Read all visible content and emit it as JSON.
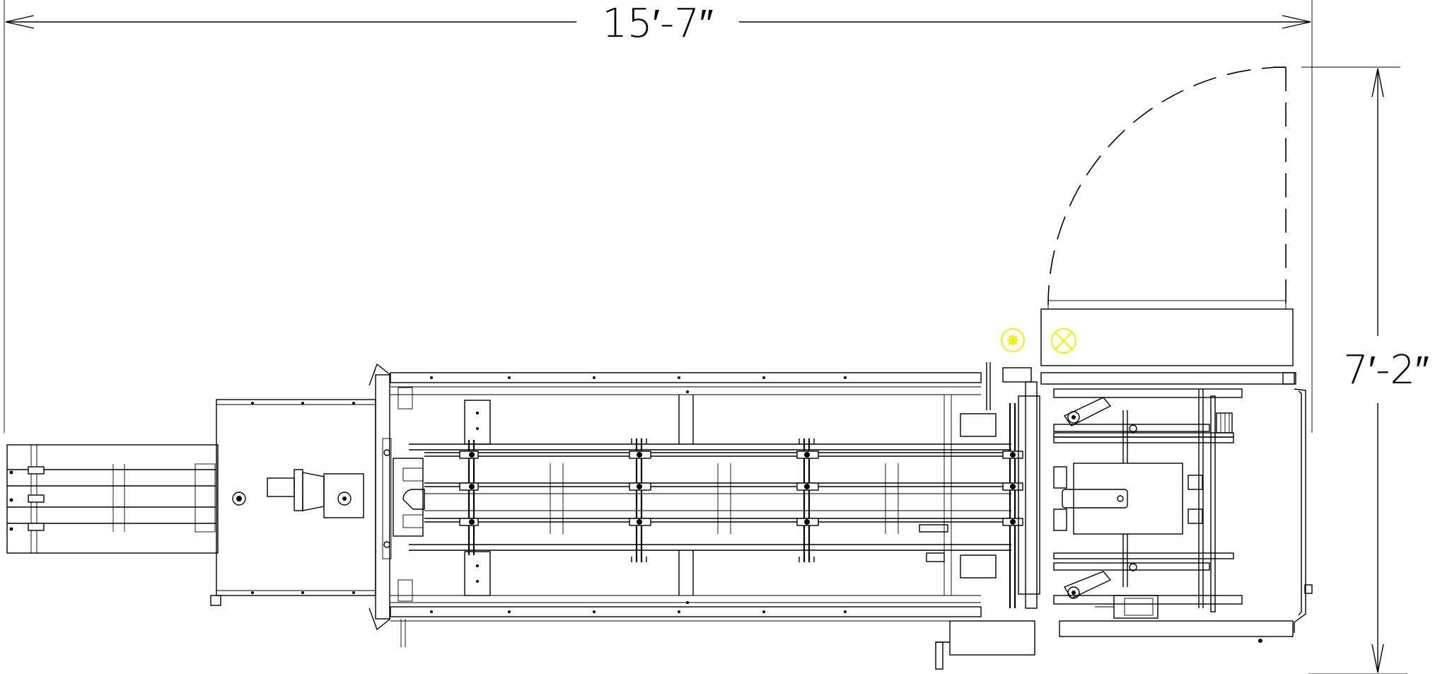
{
  "drawing": {
    "dimensions": {
      "overall_length": "15′-7″",
      "overall_width": "7′-2″"
    },
    "colors": {
      "lines": "#000000",
      "background": "#ffffff",
      "indicator": "#f0f000"
    },
    "indicator_symbols": [
      "asterisk-circle-symbol",
      "x-circle-symbol"
    ]
  }
}
